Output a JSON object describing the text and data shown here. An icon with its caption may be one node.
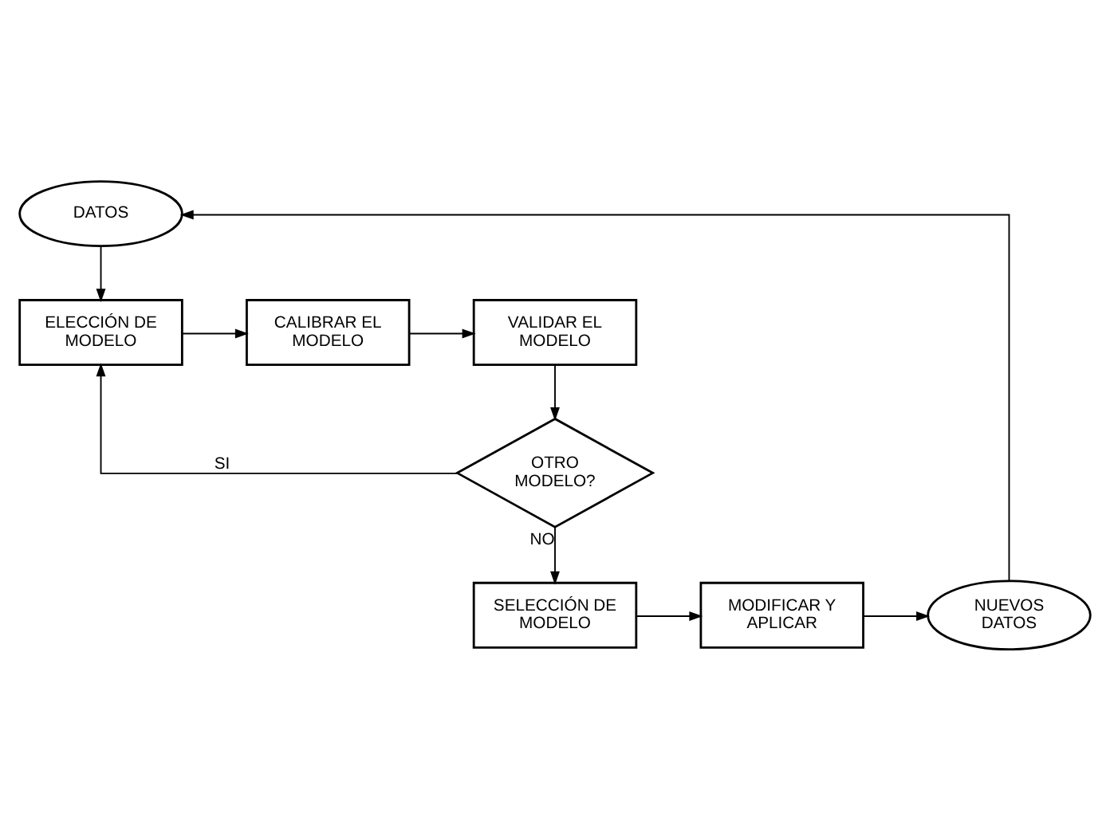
{
  "diagram": {
    "nodes": [
      {
        "text": [
          "DATOS"
        ]
      },
      {
        "text": [
          "ELECCIÓN DE MODELO"
        ]
      },
      {
        "text": [
          "CALIBRAR EL MODELO"
        ]
      },
      {
        "text": [
          "VALIDAR EL MODELO"
        ]
      },
      {
        "text": [
          "OTRO MODELO?"
        ]
      },
      {
        "text": [
          "SELECCIÓN DE MODELO"
        ]
      },
      {
        "text": [
          "MODIFICAR Y APLICAR"
        ]
      },
      {
        "text": [
          "NUEVOS DATOS"
        ]
      }
    ],
    "edges": [
      {
        "from": 0,
        "to": 1,
        "arrow": "to"
      },
      {
        "from": 1,
        "to": 2,
        "arrow": "to"
      },
      {
        "from": 2,
        "to": 3,
        "arrow": "to"
      },
      {
        "from": 3,
        "to": 4,
        "arrow": "to"
      },
      {
        "from": 4,
        "to": 1,
        "arrow": "to",
        "label": "SI"
      },
      {
        "from": 4,
        "to": 5,
        "arrow": "to",
        "label": "NO"
      },
      {
        "from": 5,
        "to": 6,
        "arrow": "to"
      },
      {
        "from": 6,
        "to": 7,
        "arrow": "to"
      },
      {
        "from": 7,
        "to": 0,
        "arrow": "to"
      }
    ]
  }
}
